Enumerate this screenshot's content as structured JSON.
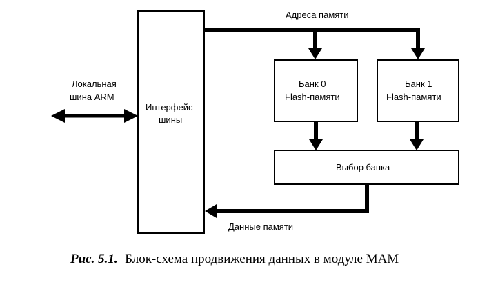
{
  "diagram": {
    "bus_interface": {
      "line1": "Интерфейс",
      "line2": "шины"
    },
    "local_bus": {
      "line1": "Локальная",
      "line2": "шина ARM"
    },
    "memory_address_label": "Адреса памяти",
    "bank0": {
      "line1": "Банк 0",
      "line2": "Flash-памяти"
    },
    "bank1": {
      "line1": "Банк 1",
      "line2": "Flash-памяти"
    },
    "bank_select": "Выбор банка",
    "memory_data_label": "Данные памяти"
  },
  "caption": {
    "prefix": "Рис. 5.1.",
    "text": "Блок-схема продвижения данных в модуле МАМ"
  }
}
